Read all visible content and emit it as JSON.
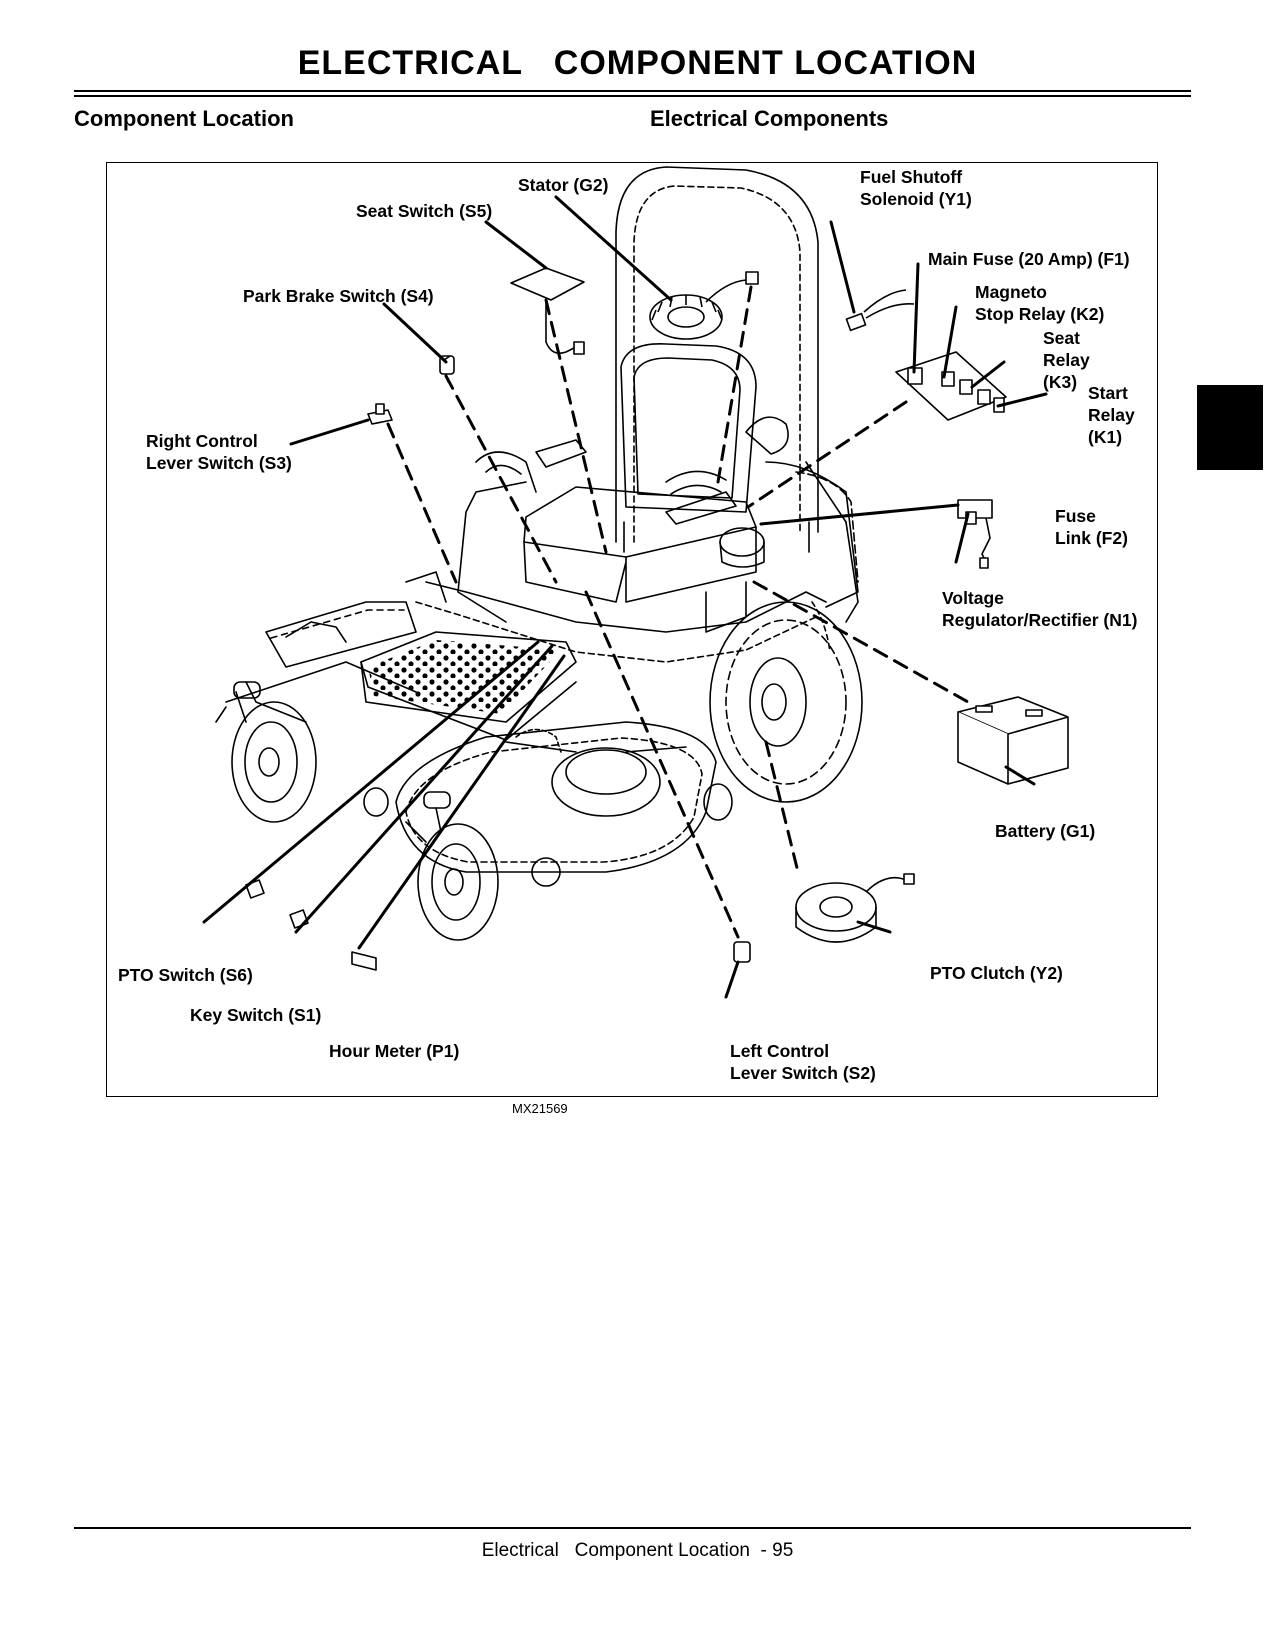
{
  "page": {
    "title": "ELECTRICAL   COMPONENT LOCATION",
    "left_heading": "Component Location",
    "right_heading": "Electrical Components",
    "footer": "Electrical   Component Location  - 95"
  },
  "figure": {
    "id": "MX21569",
    "labels": {
      "stator": "Stator (G2)",
      "seat_switch": "Seat Switch (S5)",
      "fuel_shutoff": "Fuel Shutoff\nSolenoid (Y1)",
      "main_fuse": "Main Fuse (20 Amp) (F1)",
      "magneto_relay": "Magneto\nStop Relay (K2)",
      "seat_relay": "Seat\nRelay\n(K3)",
      "start_relay": "Start\nRelay\n(K1)",
      "park_brake": "Park Brake Switch (S4)",
      "right_control": "Right Control\nLever Switch (S3)",
      "fuse_link": "Fuse\nLink (F2)",
      "voltage_regulator": "Voltage\nRegulator/Rectifier (N1)",
      "battery": "Battery (G1)",
      "pto_switch": "PTO Switch (S6)",
      "key_switch": "Key Switch (S1)",
      "hour_meter": "Hour Meter (P1)",
      "pto_clutch": "PTO Clutch (Y2)",
      "left_control": "Left Control\nLever Switch (S2)"
    }
  }
}
